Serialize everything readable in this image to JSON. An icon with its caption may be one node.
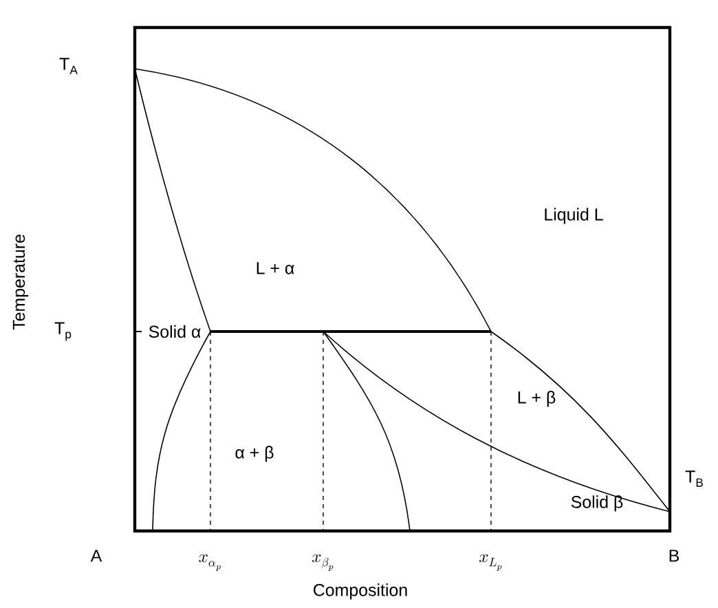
{
  "diagram": {
    "labels": [
      "T$_{A}$",
      "Liquid L",
      "L + α",
      "T$_{p}$",
      "Solid α",
      "L + β",
      "α + β",
      "T$_{B}$",
      "Solid β",
      "A",
      "B",
      "Temperature",
      "Composition",
      "x_{\\alpha_p}",
      "x_{\\beta_p}",
      "x_{L_p}"
    ]
  }
}
